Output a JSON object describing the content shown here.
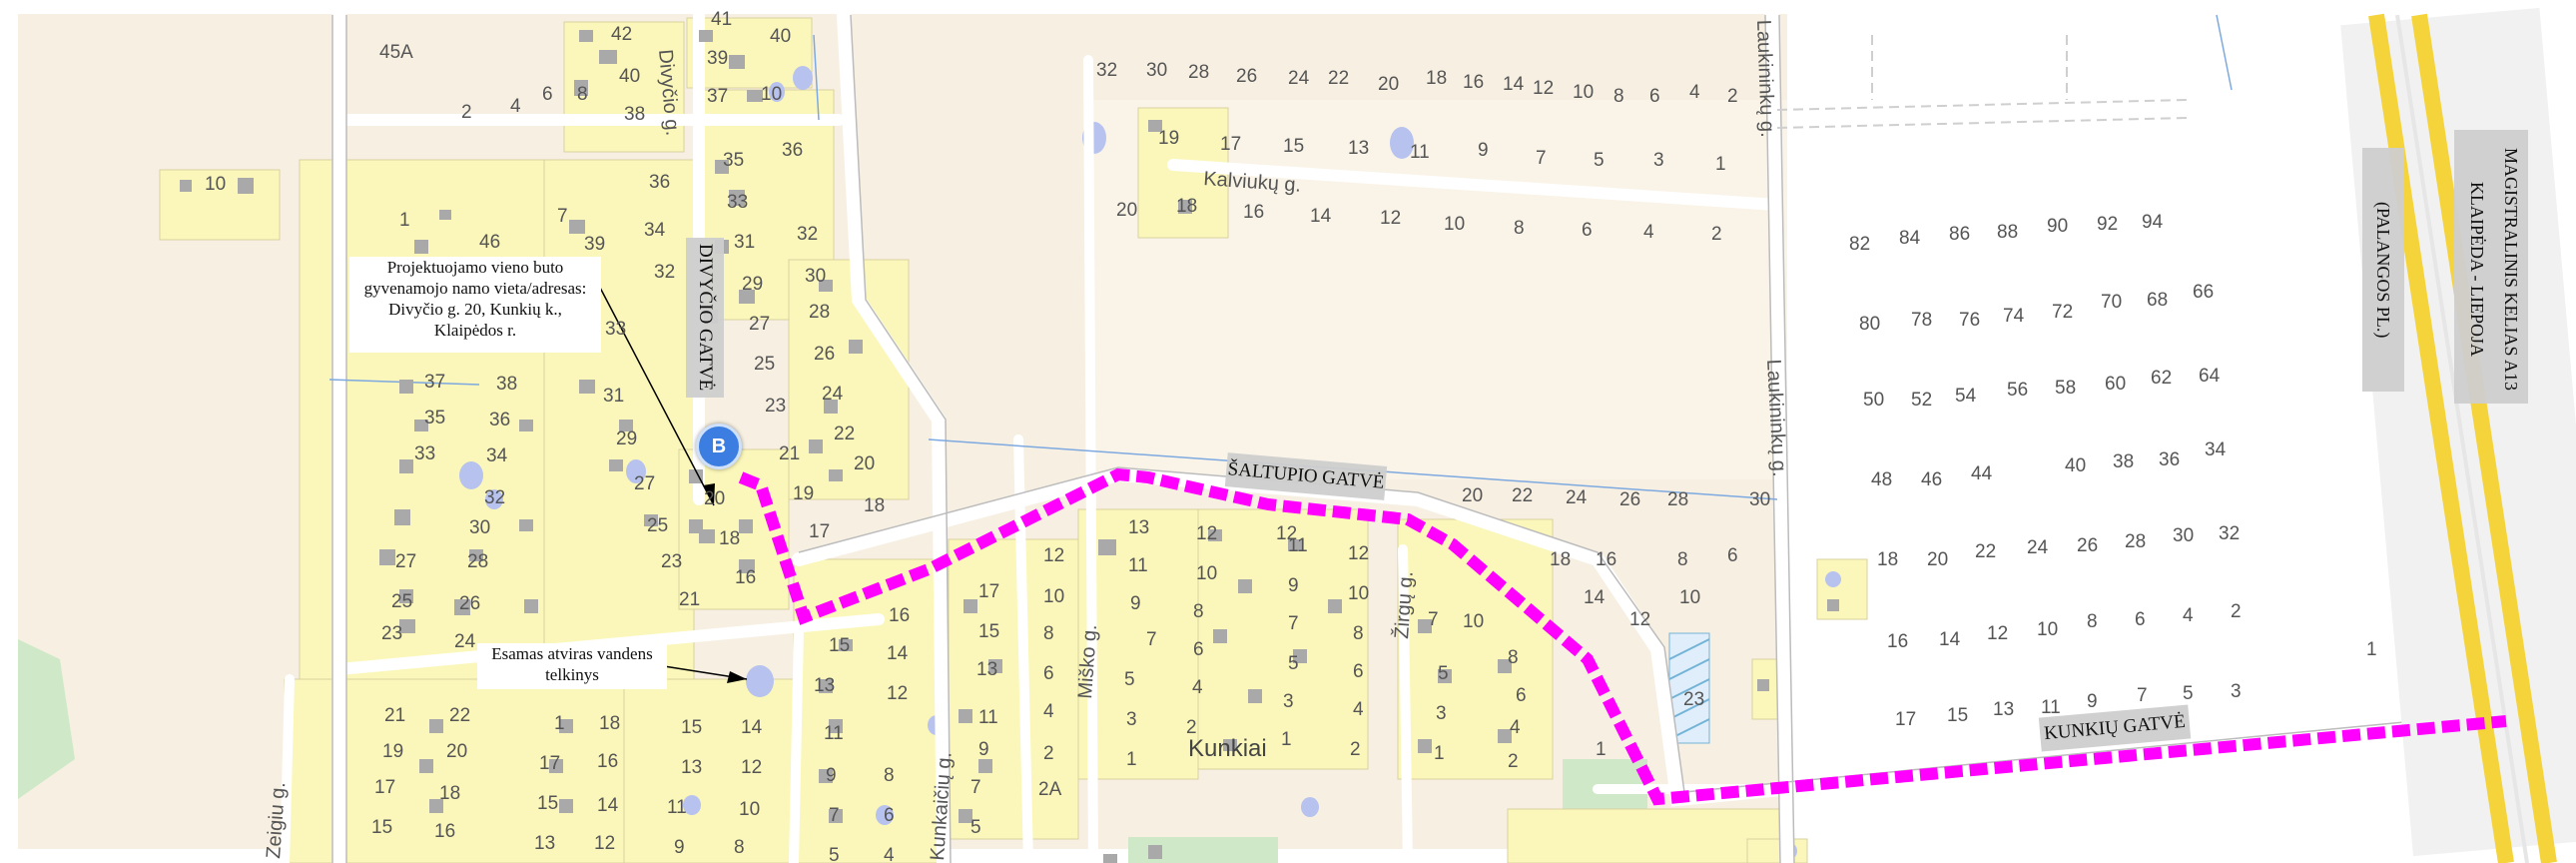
{
  "streets": {
    "divycio_gatve": "DIVYČIO GATVĖ",
    "saltupio_gatve": "ŠALTUPIO GATVĖ",
    "kunkiu_gatve": "KUNKIŲ GATVĖ",
    "magistralinis_1": "MAGISTRALINIS KELIAS A13",
    "magistralinis_2": "KLAIPĖDA - LIEPOJA",
    "palangos": "(PALANGOS PL.)",
    "divycio_g": "Divyčio g.",
    "kalviuku_g": "Kalviukų g.",
    "laukininku_g": "Laukininkų g.",
    "miško_g": "Miško g.",
    "zirgu_g": "Žirgų g.",
    "kunkaiciu_g": "Kunkaičių g.",
    "zeigiu_g": "Zeigiu g."
  },
  "town": "Kunkiai",
  "marker_label": "B",
  "note_project": [
    "Projektuojamo vieno buto",
    "gyvenamojo namo vieta/adresas:",
    "Divyčio g. 20, Kunkių k.,",
    "Klaipėdos r."
  ],
  "note_water": [
    "Esamas atviras vandens",
    "telkinys"
  ],
  "colors": {
    "route": "#ff00ff",
    "parcel": "#fbf7ba",
    "land": "#f7f0e2",
    "road": "#ffffff",
    "highway": "#f4d33b",
    "water": "#b7c2ee",
    "building": "#a9a9a9",
    "grass": "#cfe9c8"
  },
  "house_numbers": {
    "n45A": "45A",
    "n42": "42",
    "n41": "41",
    "n40a": "40",
    "n39": "39",
    "n40b": "40",
    "n37": "37",
    "n38": "38",
    "n10a": "10",
    "n8": "8",
    "n6": "6",
    "n4": "4",
    "n2": "2",
    "n35": "35",
    "n36a": "36",
    "n36b": "36",
    "n33a": "33",
    "n34": "34",
    "n31": "31",
    "n32a": "32",
    "n32b": "32",
    "n30": "30",
    "n29": "29",
    "n28a": "28",
    "n27": "27",
    "n25": "25",
    "n26": "26",
    "n24": "24",
    "n23": "23",
    "n22": "22",
    "n21": "21",
    "n20": "20",
    "n19": "19",
    "n18": "18",
    "n17": "17",
    "n16": "16",
    "w10": "10",
    "w1": "1",
    "w46": "46",
    "w7": "7",
    "w39": "39",
    "w35": "35",
    "w33": "33",
    "w37": "37",
    "w38": "38",
    "w36": "36",
    "w34": "34",
    "w32": "32",
    "w31": "31",
    "w30": "30",
    "w29": "29",
    "w28": "28",
    "w27": "27",
    "w26": "26",
    "w25": "25",
    "w24": "24",
    "w23": "23",
    "w20": "20",
    "w25b": "25",
    "w23b": "23",
    "w21": "21",
    "w18": "18",
    "w16": "16",
    "s21": "21",
    "s22": "22",
    "s19": "19",
    "s20": "20",
    "s17": "17",
    "s18": "18",
    "s15": "15",
    "s16": "16",
    "s1": "1",
    "s18b": "18",
    "s17b": "17",
    "s16b": "16",
    "s15b": "15",
    "s14": "14",
    "s13": "13",
    "s12": "12",
    "s11": "11",
    "s10": "10",
    "s9": "9",
    "s8": "8",
    "s15c": "15",
    "s14c": "14",
    "s13c": "13",
    "s12c": "12",
    "m15": "15",
    "m16": "16",
    "m13": "13",
    "m14": "14",
    "m11": "11",
    "m12": "12",
    "m9": "9",
    "m8": "8",
    "m7": "7",
    "m6": "6",
    "m5": "5",
    "m4": "4",
    "m17": "17",
    "m10": "10",
    "m15b": "15",
    "m8b": "8",
    "m13b": "13",
    "m6b": "6",
    "m11b": "11",
    "m4b": "4",
    "m9b": "9",
    "m2": "2",
    "m7b": "7",
    "m2A": "2A",
    "m5b": "5",
    "m12b": "12",
    "c13": "13",
    "c12": "12",
    "c11": "11",
    "c10": "10",
    "c9": "9",
    "c8": "8",
    "c7": "7",
    "c6": "6",
    "c5": "5",
    "c4": "4",
    "c3": "3",
    "c2": "2",
    "c1": "1",
    "c12b": "12",
    "c11b": "11",
    "c10b": "10",
    "c9b": "9",
    "c8b": "8",
    "c7b": "7",
    "c6b": "6",
    "c5b": "5",
    "c4b": "4",
    "c3b": "3",
    "c2b": "2",
    "c1b": "1",
    "c7c": "7",
    "c10c": "10",
    "c8c": "8",
    "c5c": "5",
    "c6c": "6",
    "c3c": "3",
    "c4c": "4",
    "c1c": "1",
    "c2c": "2",
    "c1d": "1",
    "t32": "32",
    "t30": "30",
    "t28": "28",
    "t26": "26",
    "t24": "24",
    "t22": "22",
    "t20": "20",
    "t18": "18",
    "t16": "16",
    "t14": "14",
    "t12": "12",
    "t10": "10",
    "t8": "8",
    "t6": "6",
    "t4": "4",
    "t2": "2",
    "k19": "19",
    "k17": "17",
    "k15": "15",
    "k13": "13",
    "k11": "11",
    "k9": "9",
    "k7": "7",
    "k5": "5",
    "k3": "3",
    "k1": "1",
    "k20": "20",
    "k18": "18",
    "k16": "16",
    "k14": "14",
    "k12": "12",
    "k10": "10",
    "k8": "8",
    "k6": "6",
    "k4": "4",
    "k2": "2",
    "r20": "20",
    "r22": "22",
    "r24": "24",
    "r26": "26",
    "r28": "28",
    "r30": "30",
    "r18": "18",
    "r16": "16",
    "r8": "8",
    "r6": "6",
    "r14": "14",
    "r12": "12",
    "r10": "10",
    "r23": "23",
    "e82": "82",
    "e84": "84",
    "e86": "86",
    "e88": "88",
    "e90": "90",
    "e92": "92",
    "e94": "94",
    "e80": "80",
    "e78": "78",
    "e76": "76",
    "e74": "74",
    "e72": "72",
    "e70": "70",
    "e68": "68",
    "e66": "66",
    "e50": "50",
    "e52": "52",
    "e54": "54",
    "e56": "56",
    "e58": "58",
    "e60": "60",
    "e62": "62",
    "e64": "64",
    "e48": "48",
    "e46": "46",
    "e44": "44",
    "e40": "40",
    "e38": "38",
    "e36": "36",
    "e34": "34",
    "e18": "18",
    "e20": "20",
    "e22": "22",
    "e24": "24",
    "e26": "26",
    "e28": "28",
    "e30": "30",
    "e32": "32",
    "e16": "16",
    "e14": "14",
    "e12": "12",
    "e10": "10",
    "e8": "8",
    "e6": "6",
    "e4": "4",
    "e2": "2",
    "e17": "17",
    "e15": "15",
    "e13": "13",
    "e11": "11",
    "e9": "9",
    "e7": "7",
    "e5": "5",
    "e3": "3",
    "e1": "1"
  }
}
